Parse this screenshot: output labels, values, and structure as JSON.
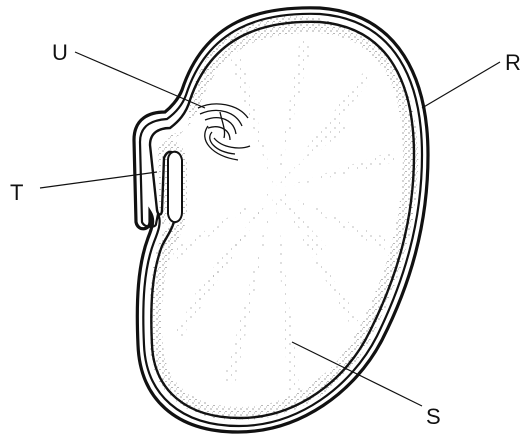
{
  "labels": {
    "U": "U",
    "R": "R",
    "T": "T",
    "S": "S"
  },
  "colors": {
    "ink": "#111111",
    "paper": "#ffffff",
    "stipple": "#2a2a2a"
  }
}
